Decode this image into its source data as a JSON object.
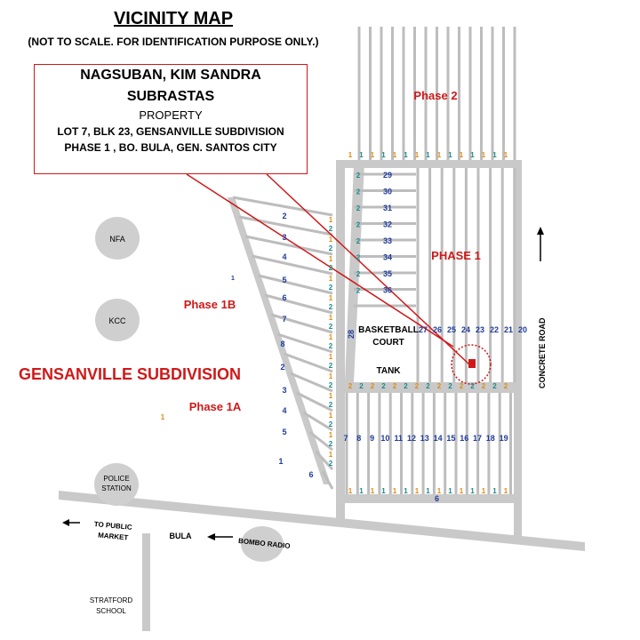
{
  "title": "VICINITY MAP",
  "subtitle": "(NOT TO SCALE. FOR IDENTIFICATION PURPOSE ONLY.)",
  "callout": {
    "owner_line1": "NAGSUBAN, KIM SANDRA",
    "owner_line2": "SUBRASTAS",
    "property": "PROPERTY",
    "address_line1": "LOT 7, BLK 23, GENSANVILLE SUBDIVISION",
    "address_line2": "PHASE 1 , BO. BULA,  GEN. SANTOS CITY"
  },
  "labels": {
    "phase2": "Phase 2",
    "phase1": "PHASE 1",
    "phase1b": "Phase 1B",
    "phase1a": "Phase 1A",
    "subdivision": "GENSANVILLE SUBDIVISION",
    "basketball1": "BASKETBALL",
    "basketball2": "COURT",
    "tank": "TANK",
    "concrete_road": "CONCRETE ROAD",
    "to_public1": "TO PUBLIC",
    "to_public2": "MARKET",
    "bula": "BULA",
    "bombo_radio": "BOMBO RADIO",
    "stratford1": "STRATFORD",
    "stratford2": "SCHOOL"
  },
  "landmarks": {
    "nfa": "NFA",
    "kcc": "KCC",
    "police1": "POLICE",
    "police2": "STATION"
  },
  "lots": {
    "phase1_west": [
      "29",
      "30",
      "31",
      "32",
      "33",
      "34",
      "35",
      "36"
    ],
    "phase1_bottom_row": [
      "27",
      "26",
      "25",
      "24",
      "23",
      "22",
      "21",
      "20"
    ],
    "lower_block": [
      "7",
      "8",
      "9",
      "10",
      "11",
      "12",
      "13",
      "14",
      "15",
      "16",
      "17",
      "18",
      "19"
    ],
    "phase1b": [
      "2",
      "3",
      "4",
      "5",
      "6",
      "7",
      "8",
      "2",
      "3",
      "4",
      "5",
      "1",
      "6"
    ],
    "misc_28": "28",
    "misc_6": "6",
    "misc_1": "1"
  },
  "colors": {
    "road": "#c9c9c9",
    "line": "#bdbdbd",
    "red": "#d01818",
    "blue": "#1f3b9a",
    "orange": "#e08a12",
    "teal": "#1a8a8a",
    "landmark": "#cfcfcf"
  }
}
